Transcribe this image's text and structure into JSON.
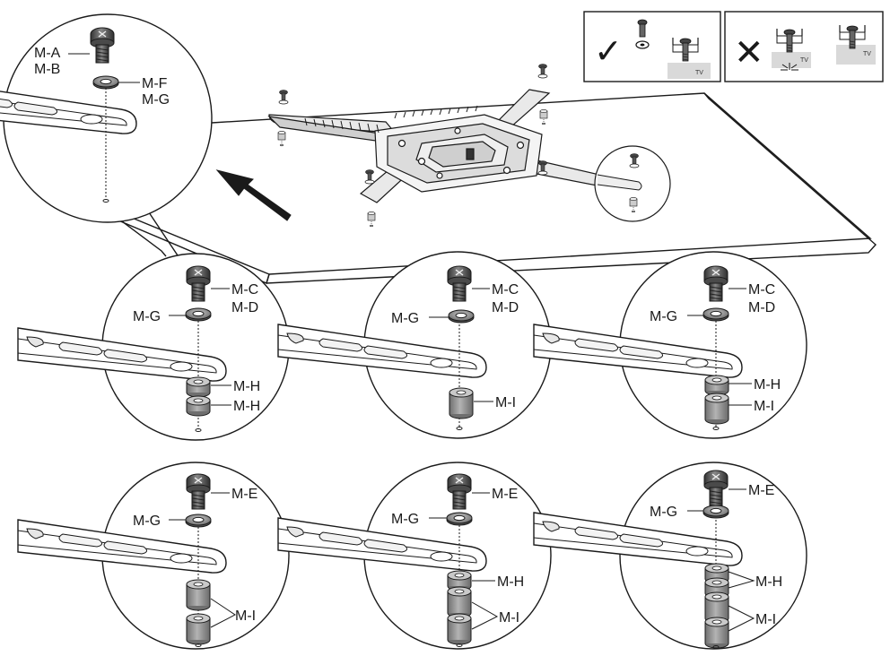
{
  "legend": {
    "correct": {
      "mark": "✓",
      "tv_label": "TV"
    },
    "incorrect": {
      "mark": "✕",
      "tv_label_1": "TV",
      "tv_label_2": "TV"
    }
  },
  "colors": {
    "line": "#1a1a1a",
    "part_grey": "#8a8a8a",
    "dark_part": "#555555",
    "panel_grey": "#d9d9d9"
  },
  "top_detail": {
    "labels": [
      "M-A",
      "M-B",
      "M-F",
      "M-G"
    ]
  },
  "row1": [
    {
      "labels": [
        "M-C",
        "M-D",
        "M-G",
        "M-H",
        "M-H"
      ]
    },
    {
      "labels": [
        "M-C",
        "M-D",
        "M-G",
        "M-I"
      ]
    },
    {
      "labels": [
        "M-C",
        "M-D",
        "M-G",
        "M-H",
        "M-I"
      ]
    }
  ],
  "row2": [
    {
      "labels": [
        "M-E",
        "M-G",
        "M-I"
      ]
    },
    {
      "labels": [
        "M-E",
        "M-G",
        "M-H",
        "M-I"
      ]
    },
    {
      "labels": [
        "M-E",
        "M-G",
        "M-H",
        "M-I"
      ]
    }
  ]
}
